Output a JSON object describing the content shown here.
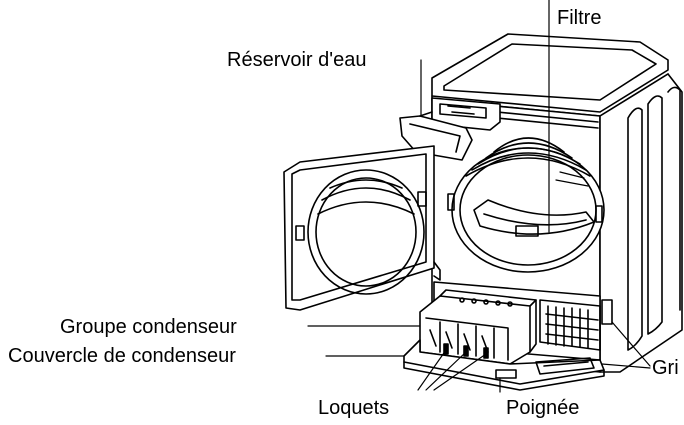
{
  "labels": {
    "filter": "Filtre",
    "water_tank": "Réservoir d'eau",
    "condenser_group": "Groupe condenseur",
    "condenser_cover": "Couvercle de condenseur",
    "latches": "Loquets",
    "handle": "Poignée",
    "grid_partial": "Gri"
  }
}
